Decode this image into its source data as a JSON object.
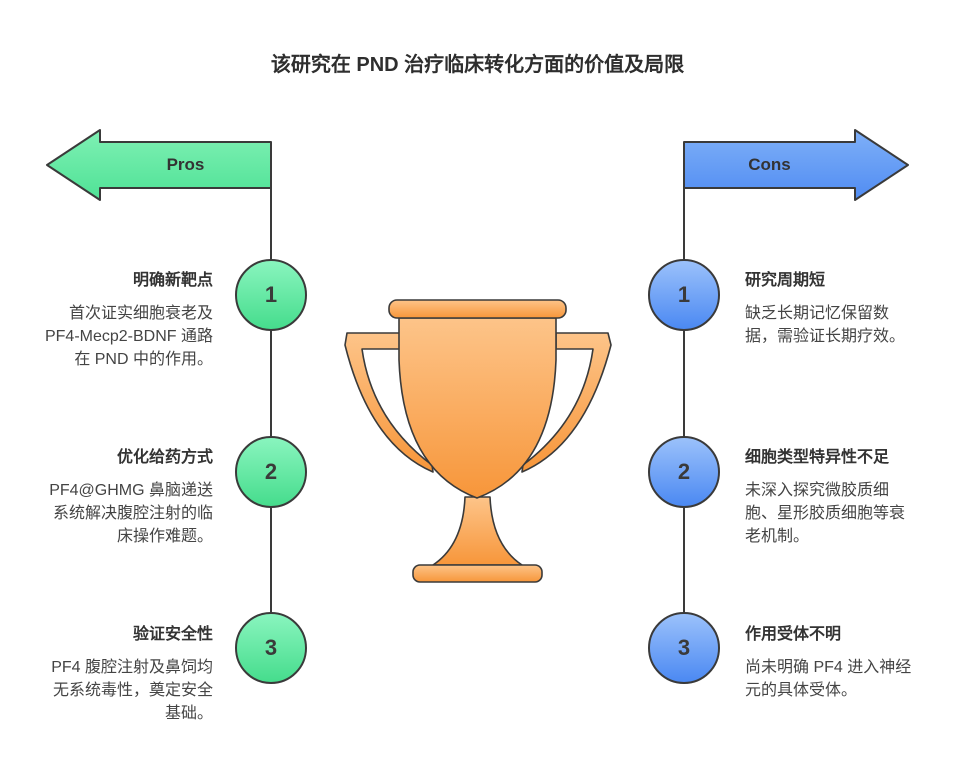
{
  "title": "该研究在 PND 治疗临床转化方面的价值及局限",
  "colors": {
    "pros": "#5ee6a0",
    "cons": "#5a95f5",
    "trophy": "#f8a050",
    "outline": "#3a3a3a"
  },
  "pros": {
    "label": "Pros",
    "items": [
      {
        "num": "1",
        "title": "明确新靶点",
        "text": "首次证实细胞衰老及 PF4-Mecp2-BDNF 通路在 PND 中的作用。"
      },
      {
        "num": "2",
        "title": "优化给药方式",
        "text": "PF4@GHMG 鼻脑递送系统解决腹腔注射的临床操作难题。"
      },
      {
        "num": "3",
        "title": "验证安全性",
        "text": "PF4 腹腔注射及鼻饲均无系统毒性，奠定安全基础。"
      }
    ]
  },
  "cons": {
    "label": "Cons",
    "items": [
      {
        "num": "1",
        "title": "研究周期短",
        "text": "缺乏长期记忆保留数据，需验证长期疗效。"
      },
      {
        "num": "2",
        "title": "细胞类型特异性不足",
        "text": "未深入探究微胶质细胞、星形胶质细胞等衰老机制。"
      },
      {
        "num": "3",
        "title": "作用受体不明",
        "text": "尚未明确 PF4 进入神经元的具体受体。"
      }
    ]
  }
}
